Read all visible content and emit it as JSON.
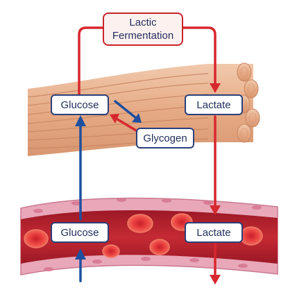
{
  "diagram": {
    "process_label_line1": "Lactic",
    "process_label_line2": "Fermentation",
    "muscle_glucose_label": "Glucose",
    "muscle_lactate_label": "Lactate",
    "glycogen_label": "Glycogen",
    "blood_glucose_label": "Glucose",
    "blood_lactate_label": "Lactate"
  },
  "colors": {
    "arrow_red": "#d7282f",
    "arrow_blue": "#1f4f9e",
    "muscle": "#e9b492",
    "vessel_wall": "#e6a6b7",
    "blood_plasma": "#c02634",
    "red_cell": "#e63a3e"
  }
}
